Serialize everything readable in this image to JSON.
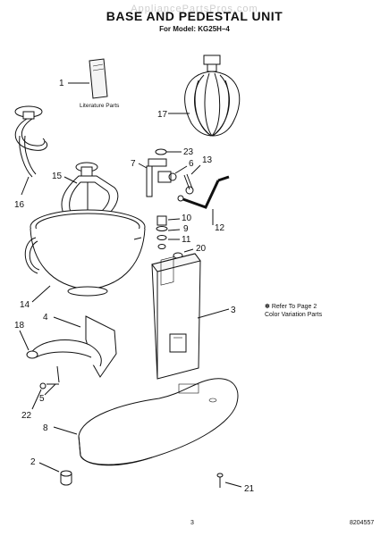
{
  "header": {
    "watermark": "AppliancePartsPros.com",
    "title": "BASE AND PEDESTAL UNIT",
    "subtitle": "For Model: KG25H–4"
  },
  "callouts": [
    "1",
    "17",
    "16",
    "15",
    "23",
    "7",
    "6",
    "13",
    "12",
    "10",
    "9",
    "11",
    "20",
    "14",
    "3",
    "18",
    "4",
    "5",
    "22",
    "8",
    "2",
    "21"
  ],
  "literature_label": "Literature Parts",
  "note": {
    "line1": "Refer To Page 2",
    "line2": "Color Variation Parts",
    "mark": "✽"
  },
  "footer": {
    "page": "3",
    "code": "8204557"
  }
}
